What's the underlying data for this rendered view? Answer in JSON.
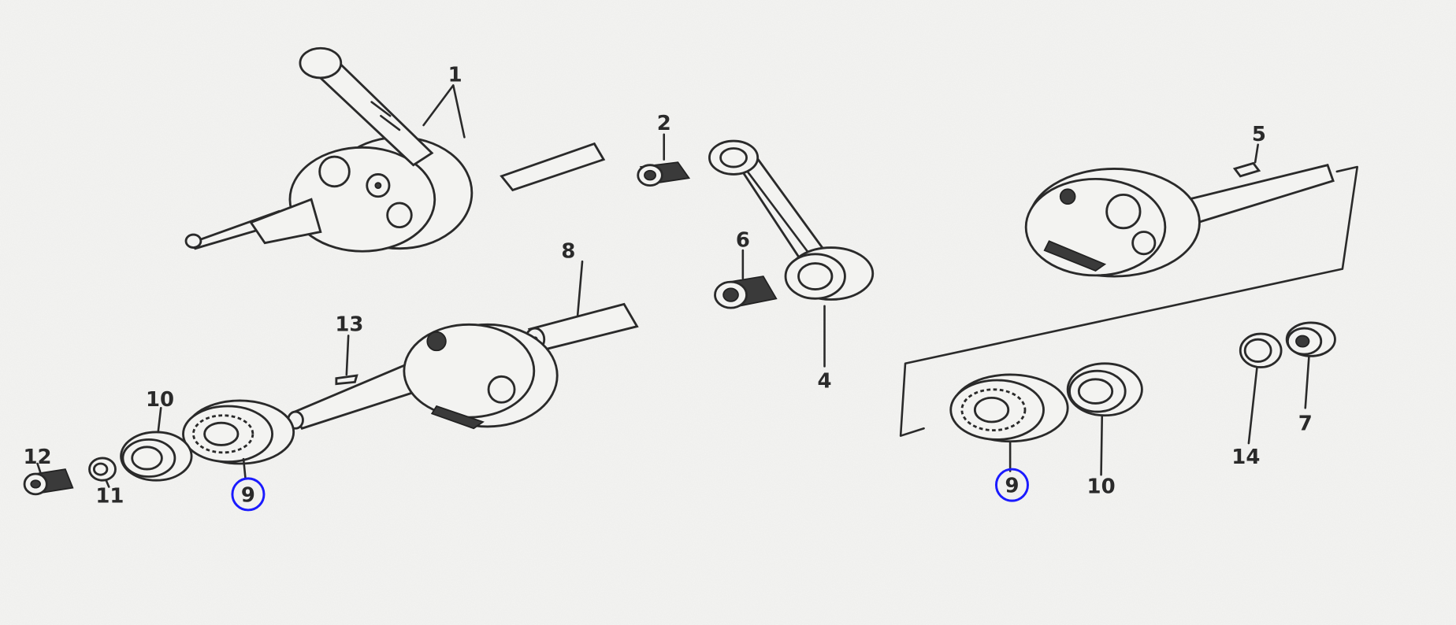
{
  "diagram": {
    "type": "exploded parts diagram",
    "highlight_color": "#1a1aff",
    "labels": {
      "crankshaft_assembly": "1",
      "small_end_bearing": "2",
      "connecting_rod": "4",
      "key": "5",
      "big_end_bearing": "6",
      "end_bearing": "7",
      "crank_pin": "8",
      "main_bearing_left": "9",
      "main_bearing_right": "9",
      "oil_seal_left": "10",
      "oil_seal_right": "10",
      "washer": "11",
      "nut": "12",
      "woodruff_key": "13",
      "ring": "14"
    },
    "highlighted": [
      "main_bearing_left",
      "main_bearing_right"
    ]
  }
}
